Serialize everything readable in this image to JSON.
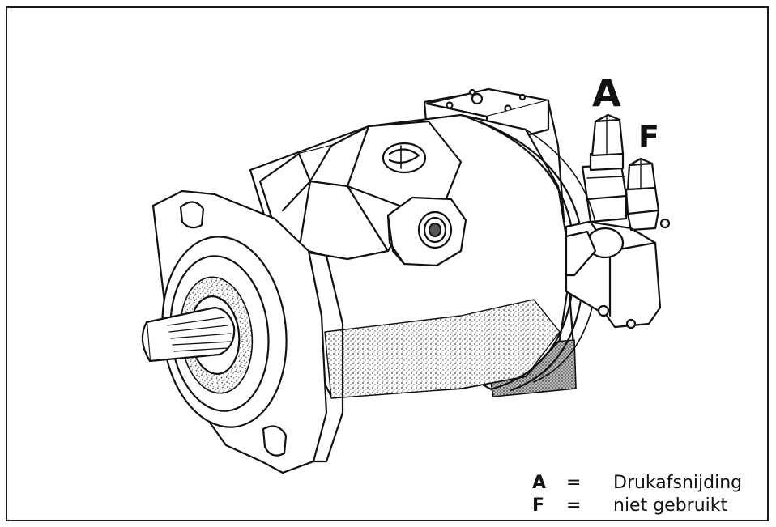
{
  "callouts": {
    "a": "A",
    "f": "F"
  },
  "legend": {
    "items": [
      {
        "key": "A",
        "sep": "=",
        "text": "Drukafsnijding"
      },
      {
        "key": "F",
        "sep": "=",
        "text": "niet gebruikt"
      }
    ]
  },
  "colors": {
    "ink": "#111111",
    "frame": "#1a1a1a",
    "background": "#ffffff",
    "shade": "#8a8a8a"
  }
}
